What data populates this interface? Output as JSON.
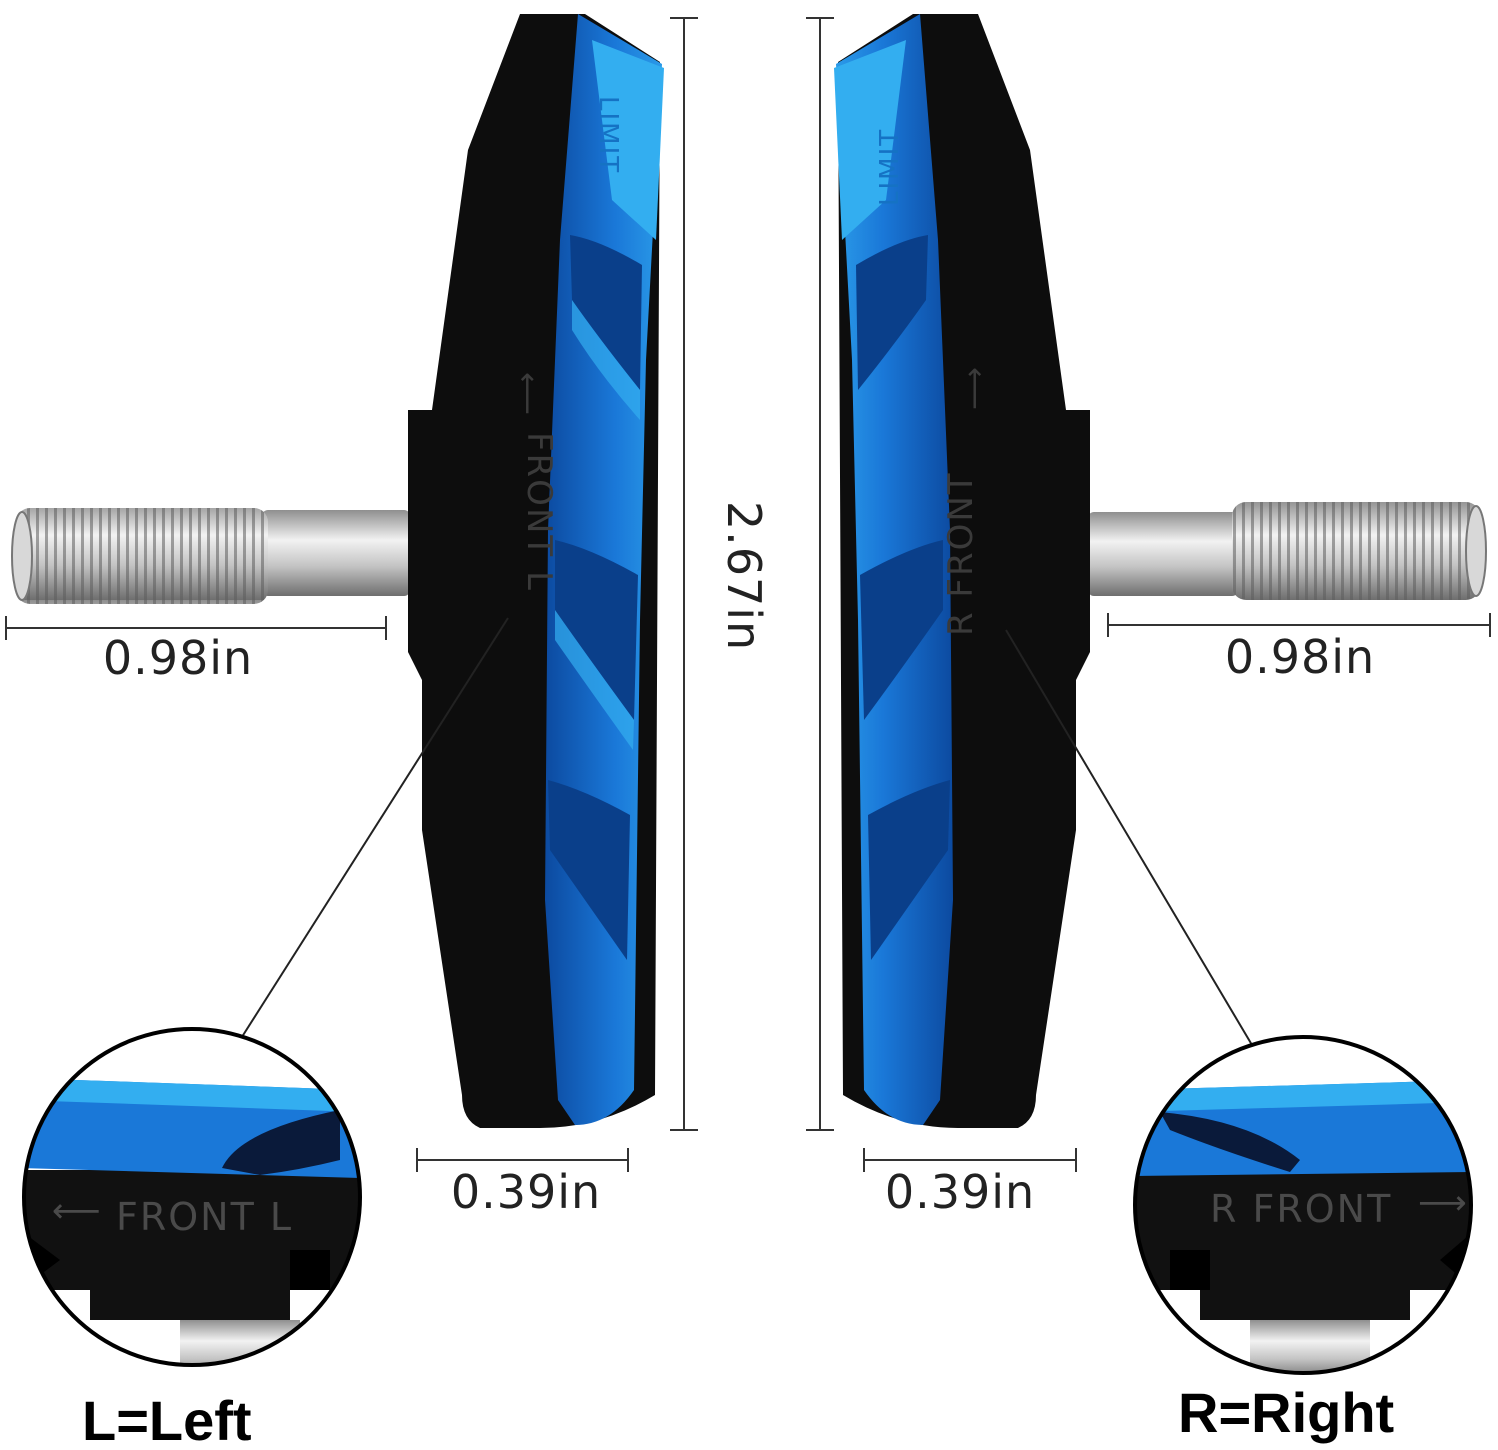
{
  "colors": {
    "pad_body": "#0d0d0d",
    "pad_blue": "#1a6fd0",
    "pad_blue_light": "#33aef0",
    "pad_blue_dark": "#0a3f8a",
    "metal": "#c8c8c8",
    "dimension_line": "#333333"
  },
  "dimensions": {
    "left_stud_length": "0.98in",
    "right_stud_length": "0.98in",
    "pad_height": "2.67in",
    "left_pad_width": "0.39in",
    "right_pad_width": "0.39in"
  },
  "embossed": {
    "left_front": "FRONT L",
    "right_front": "R FRONT",
    "limit": "LIMIT"
  },
  "zoom": {
    "left_text": "FRONT L",
    "right_text": "R FRONT"
  },
  "legend": {
    "left": "L=Left",
    "right": "R=Right"
  },
  "icons": {
    "front_arrow_left": "arrow-left-icon",
    "front_arrow_right": "arrow-right-icon"
  }
}
